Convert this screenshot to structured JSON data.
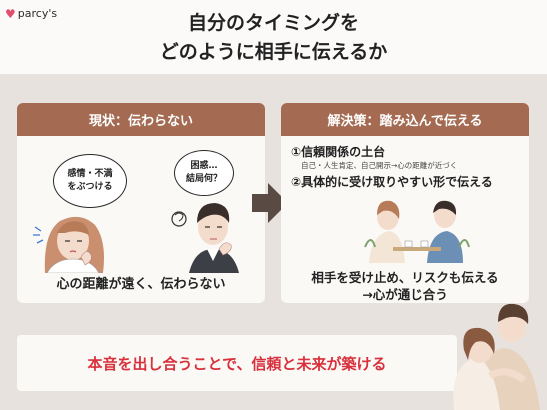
{
  "brand": {
    "name": "parcy's"
  },
  "title": {
    "line1": "自分のタイミングを",
    "line2": "どのように相手に伝えるか"
  },
  "left": {
    "header": "現状：伝わらない",
    "bubble1": [
      "感情・不満",
      "をぶつける"
    ],
    "bubble2": [
      "困惑…",
      "結局何？"
    ],
    "caption": "心の距離が遠く、伝わらない"
  },
  "right": {
    "header": "解決策：踏み込んで伝える",
    "item1": "①信頼関係の土台",
    "item1_sub": "自己・人生肯定、自己開示→心の距離が近づく",
    "item2": "②具体的に受け取りやすい形で伝える",
    "caption1": "相手を受け止め、リスクも伝える",
    "caption2": "→心が通じ合う"
  },
  "bottom": {
    "message": "本音を出し合うことで、信頼と未来が築ける"
  },
  "colors": {
    "header_brown": "#a46a52",
    "accent_red": "#d8303c",
    "background": "#e7e2dd",
    "panel": "#fbf9f6"
  }
}
